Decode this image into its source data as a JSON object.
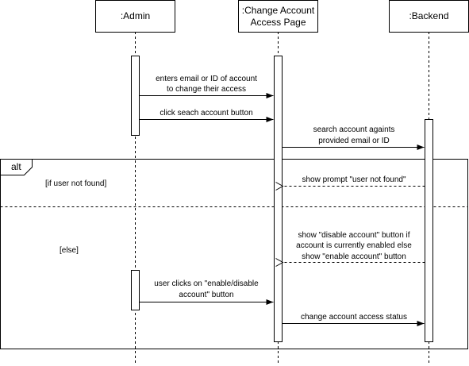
{
  "diagram": {
    "type": "sequence",
    "participants": [
      {
        "id": "admin",
        "label_lines": [
          ":Admin"
        ]
      },
      {
        "id": "page",
        "label_lines": [
          ":Change Account",
          "Access Page"
        ]
      },
      {
        "id": "backend",
        "label_lines": [
          ":Backend"
        ]
      }
    ],
    "messages": [
      {
        "id": "m1",
        "from": "admin",
        "to": "page",
        "kind": "sync",
        "label_lines": [
          "enters email or ID of account",
          "to change their access"
        ]
      },
      {
        "id": "m2",
        "from": "admin",
        "to": "page",
        "kind": "sync",
        "label_lines": [
          "click seach account button"
        ]
      },
      {
        "id": "m3",
        "from": "page",
        "to": "backend",
        "kind": "sync",
        "label_lines": [
          "search account againts",
          "provided email or ID"
        ]
      },
      {
        "id": "m4",
        "from": "backend",
        "to": "page",
        "kind": "reply",
        "label_lines": [
          "show prompt \"user not found\""
        ]
      },
      {
        "id": "m5",
        "from": "backend",
        "to": "page",
        "kind": "reply",
        "label_lines": [
          "show \"disable account\" button if",
          "account is currently enabled else",
          "show \"enable account\" button"
        ]
      },
      {
        "id": "m6",
        "from": "admin",
        "to": "page",
        "kind": "sync",
        "label_lines": [
          "user clicks on \"enable/disable",
          "account\" button"
        ]
      },
      {
        "id": "m7",
        "from": "page",
        "to": "backend",
        "kind": "sync",
        "label_lines": [
          "change account access status"
        ]
      }
    ],
    "fragment": {
      "operator": "alt",
      "operands": [
        {
          "guard": "[if user not found]"
        },
        {
          "guard": "[else]"
        }
      ]
    }
  }
}
